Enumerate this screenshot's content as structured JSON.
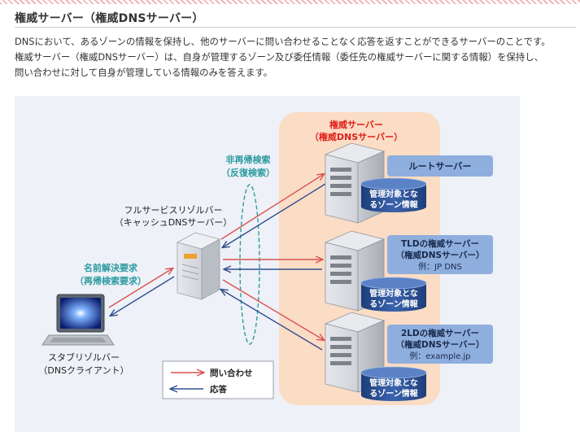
{
  "header": {
    "title": "権威サーバー（権威DNSサーバー）",
    "description": [
      "DNSにおいて、あるゾーンの情報を保持し、他のサーバーに問い合わせることなく応答を返すことができるサーバーのことです。",
      "権威サーバー（権威DNSサーバー）は、自身が管理するゾーン及び委任情報（委任先の権威サーバーに関する情報）を保持し、",
      "問い合わせに対して自身が管理している情報のみを答えます。"
    ]
  },
  "diagram": {
    "authoritative_group": {
      "line1": "権威サーバー",
      "line2": "（権威DNSサーバー）"
    },
    "non_recursive": {
      "line1": "非再帰検索",
      "line2": "（反復検索）"
    },
    "full_resolver": {
      "line1": "フルサービスリゾルバー",
      "line2": "（キャッシュDNSサーバー）"
    },
    "name_resolution": {
      "line1": "名前解決要求",
      "line2": "（再帰検索要求）"
    },
    "stub_resolver": {
      "line1": "スタブリゾルバー",
      "line2": "（DNSクライアント）"
    },
    "servers": [
      {
        "label_lines": [
          "ルートサーバー"
        ],
        "zone_lines": [
          "管理対象とな",
          "るゾーン情報"
        ]
      },
      {
        "label_lines": [
          "TLDの権威サーバー",
          "（権威DNSサーバー）",
          "例：JP DNS"
        ],
        "zone_lines": [
          "管理対象とな",
          "るゾーン情報"
        ]
      },
      {
        "label_lines": [
          "2LDの権威サーバー",
          "（権威DNSサーバー）",
          "例：example.jp"
        ],
        "zone_lines": [
          "管理対象とな",
          "るゾーン情報"
        ]
      }
    ],
    "legend": {
      "query": "問い合わせ",
      "response": "応答"
    },
    "colors": {
      "query_arrow": "#d9534f",
      "response_arrow": "#2f4f8f",
      "label_red": "#e0201c",
      "label_teal": "#2a9aa0",
      "group_bg": "#fbdcc4",
      "label_box": "#8eaede",
      "zone_cylinder": "#2a4d8f"
    }
  }
}
